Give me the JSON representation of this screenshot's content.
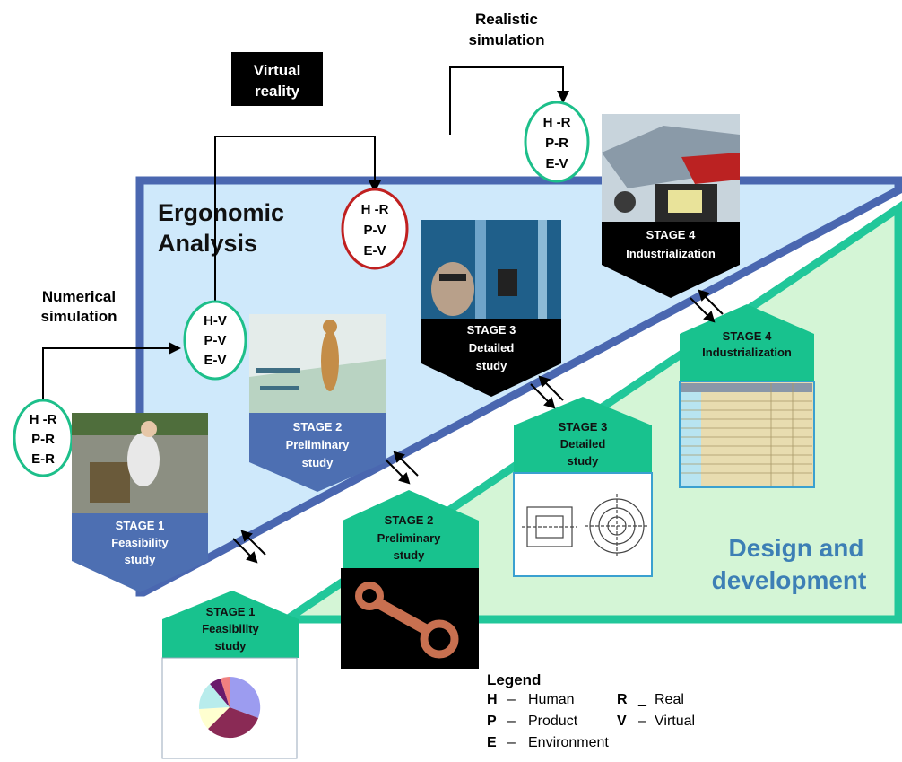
{
  "labels": {
    "realistic_line1": "Realistic",
    "realistic_line2": "simulation",
    "virtual_line1": "Virtual",
    "virtual_line2": "reality",
    "numerical_line1": "Numerical",
    "numerical_line2": "simulation",
    "ergonomic_line1": "Ergonomic",
    "ergonomic_line2": "Analysis",
    "design_line1": "Design and",
    "design_line2": "development"
  },
  "codes": {
    "real": [
      "H -R",
      "P-R",
      "E-R"
    ],
    "numerical": [
      "H-V",
      "P-V",
      "E-V"
    ],
    "virtual": [
      "H -R",
      "P-V",
      "E-V"
    ],
    "realistic": [
      "H -R",
      "P-R",
      "E-V"
    ]
  },
  "ergo_stages": [
    {
      "title": "STAGE 1",
      "line2": "Feasibility",
      "line3": "study"
    },
    {
      "title": "STAGE 2",
      "line2": "Preliminary",
      "line3": "study"
    },
    {
      "title": "STAGE 3",
      "line2": "Detailed",
      "line3": "study"
    },
    {
      "title": "STAGE 4",
      "line2": "Industrialization",
      "line3": ""
    }
  ],
  "design_stages": [
    {
      "title": "STAGE 1",
      "line2": "Feasibility",
      "line3": "study"
    },
    {
      "title": "STAGE 2",
      "line2": "Preliminary",
      "line3": "study"
    },
    {
      "title": "STAGE 3",
      "line2": "Detailed",
      "line3": "study"
    },
    {
      "title": "STAGE 4",
      "line2": "Industrialization",
      "line3": ""
    }
  ],
  "legend": {
    "title": "Legend",
    "items": [
      {
        "key": "H",
        "sep": "–",
        "text": "Human"
      },
      {
        "key": "P",
        "sep": "–",
        "text": "Product"
      },
      {
        "key": "E",
        "sep": "–",
        "text": "Environment"
      },
      {
        "key": "R",
        "sep": "_",
        "text": "Real"
      },
      {
        "key": "V",
        "sep": "–",
        "text": "Virtual"
      }
    ]
  },
  "colors": {
    "ergo_fill": "#cfe9fb",
    "ergo_border": "#4a67b0",
    "design_fill": "#d4f5d6",
    "design_border": "#21c79a",
    "ergo_stage": "#4d6fb2",
    "design_stage": "#18c28e",
    "circle_green": "#1dbf8a",
    "circle_red": "#c02020",
    "design_text": "#3d7fb5"
  }
}
